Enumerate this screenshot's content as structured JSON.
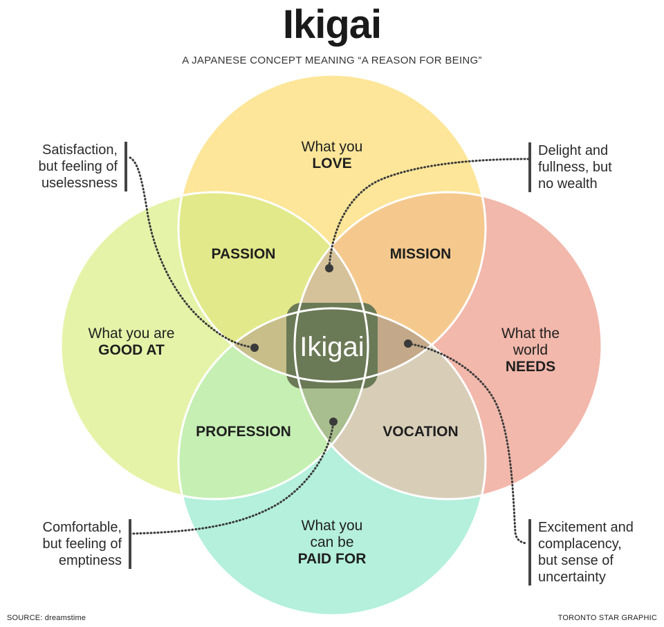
{
  "title": "Ikigai",
  "subtitle": "A JAPANESE CONCEPT MEANING “A REASON FOR BEING”",
  "circles": {
    "love": {
      "line1": "What you",
      "line2": "LOVE",
      "color": "#fde699"
    },
    "good_at": {
      "line1": "What you are",
      "line2": "GOOD AT",
      "color": "#e5f3a8"
    },
    "needs": {
      "line1": "What the",
      "line2": "world",
      "line3": "NEEDS",
      "color": "#f2b8ab"
    },
    "paid": {
      "line1": "What you",
      "line2": "can be",
      "line3": "PAID FOR",
      "color": "#b4f0dc"
    }
  },
  "overlaps": {
    "passion": "PASSION",
    "mission": "MISSION",
    "profession": "PROFESSION",
    "vocation": "VOCATION"
  },
  "center": "Ikigai",
  "notes": {
    "top_left": [
      "Satisfaction,",
      "but feeling of",
      "uselessness"
    ],
    "top_right": [
      "Delight and",
      "fullness, but",
      "no wealth"
    ],
    "bottom_left": [
      "Comfortable,",
      "but feeling of",
      "emptiness"
    ],
    "bottom_right": [
      "Excitement and",
      "complacency,",
      "but sense of",
      "uncertainty"
    ]
  },
  "footer": {
    "source": "SOURCE: dreamstime",
    "credit": "TORONTO STAR GRAPHIC"
  }
}
